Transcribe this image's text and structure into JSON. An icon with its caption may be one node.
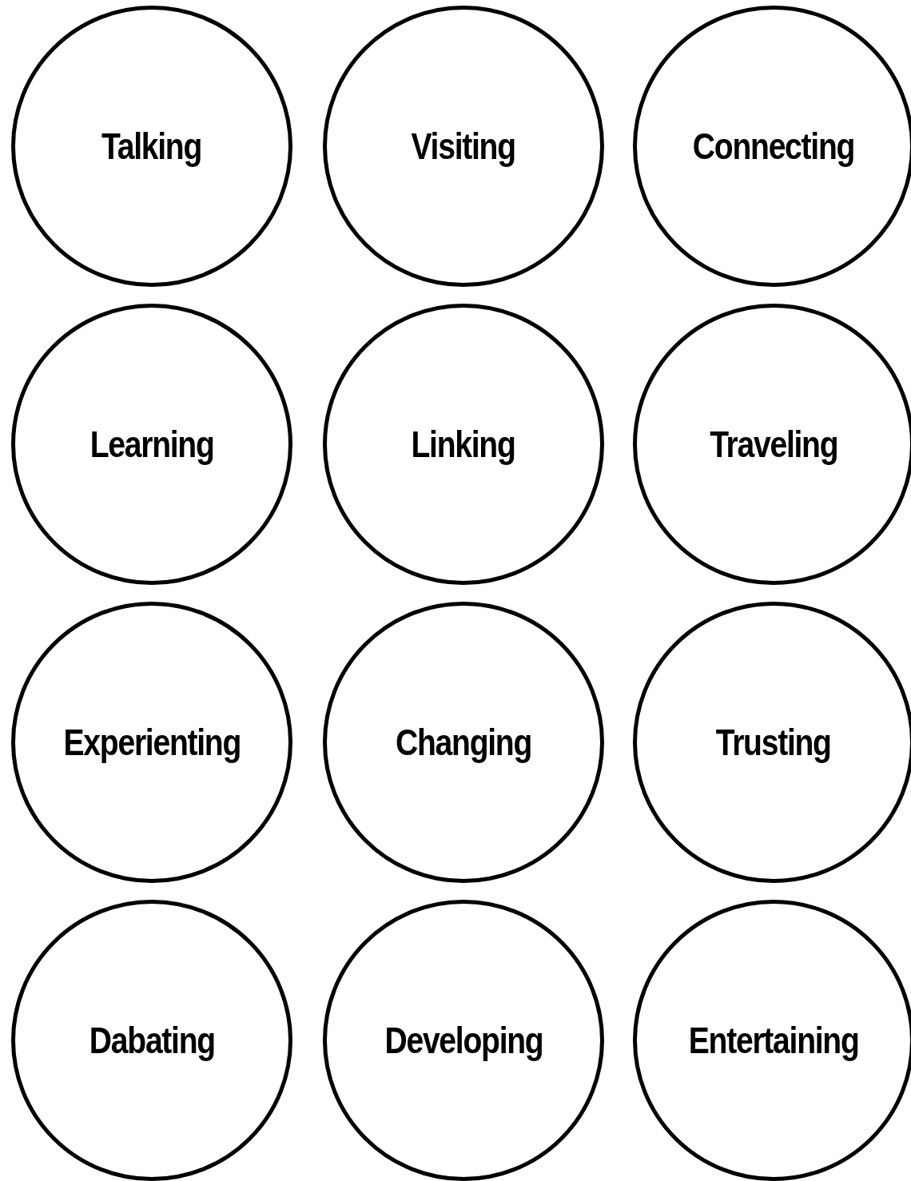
{
  "diagram": {
    "nodes": [
      {
        "text": [
          "Talking"
        ]
      },
      {
        "text": [
          "Visiting"
        ]
      },
      {
        "text": [
          "Connecting"
        ]
      },
      {
        "text": [
          "Learning"
        ]
      },
      {
        "text": [
          "Linking"
        ]
      },
      {
        "text": [
          "Traveling"
        ]
      },
      {
        "text": [
          "Experienting"
        ]
      },
      {
        "text": [
          "Changing"
        ]
      },
      {
        "text": [
          "Trusting"
        ]
      },
      {
        "text": [
          "Dabating"
        ]
      },
      {
        "text": [
          "Developing"
        ]
      },
      {
        "text": [
          "Entertaining"
        ]
      }
    ],
    "edges": []
  }
}
